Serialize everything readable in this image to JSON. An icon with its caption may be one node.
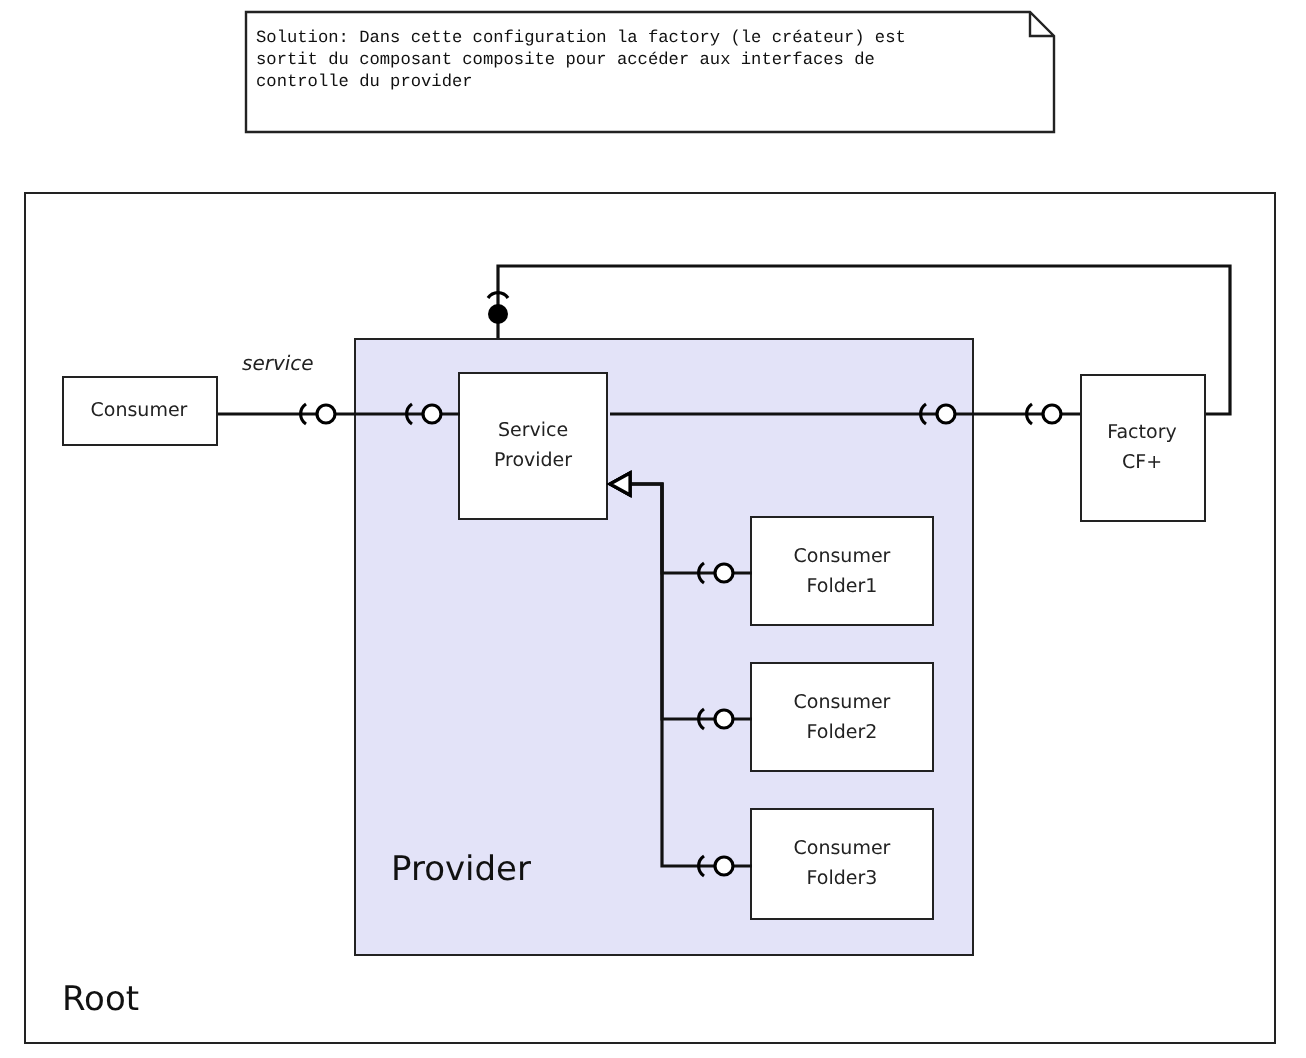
{
  "diagram": {
    "nodes": [
      {
        "text": [
          "Solution: Dans cette configuration la factory (le créateur) est sortit du composant composite pour accéder aux interfaces de controlle du provider"
        ]
      },
      {
        "text": [
          "Root"
        ]
      },
      {
        "text": [
          "Consumer"
        ],
        "in": 1
      },
      {
        "text": [
          "Provider"
        ],
        "in": 1
      },
      {
        "text": [
          "Service Provider"
        ],
        "in": 3
      },
      {
        "text": [
          "Factory CF+"
        ],
        "in": 1
      },
      {
        "text": [
          "Consumer Folder1"
        ],
        "in": 3
      },
      {
        "text": [
          "Consumer Folder2"
        ],
        "in": 3
      },
      {
        "text": [
          "Consumer Folder3"
        ],
        "in": 3
      }
    ],
    "edges": [
      {
        "from": 2,
        "to": 3,
        "arrow": "other",
        "label": "service"
      },
      {
        "from": 3,
        "to": 4,
        "arrow": "other"
      },
      {
        "from": 4,
        "to": 3,
        "arrow": "other"
      },
      {
        "from": 3,
        "to": 5,
        "arrow": "other"
      },
      {
        "from": 5,
        "to": 3,
        "arrow": "other"
      },
      {
        "from": 6,
        "to": 4,
        "arrow": "to"
      },
      {
        "from": 7,
        "to": 4,
        "arrow": "to"
      },
      {
        "from": 8,
        "to": 4,
        "arrow": "to"
      }
    ]
  }
}
